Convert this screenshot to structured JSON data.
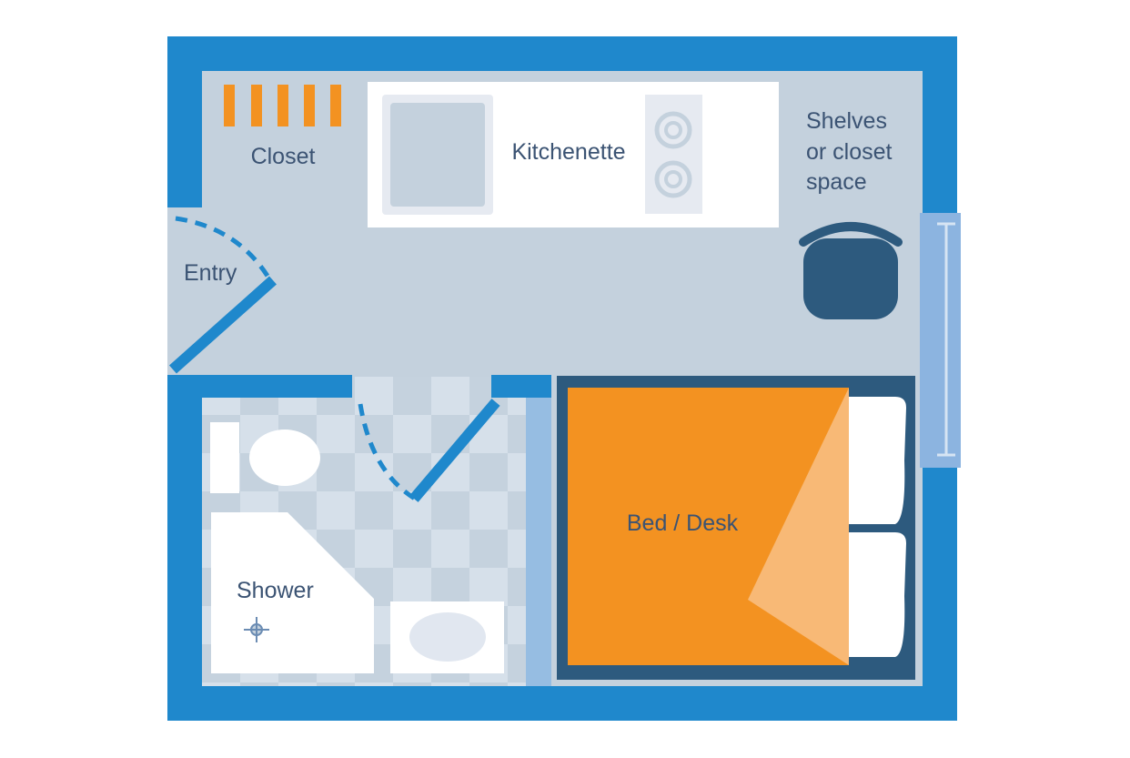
{
  "labels": {
    "closet": "Closet",
    "kitchenette": "Kitchenette",
    "shelves_line1": "Shelves",
    "shelves_line2": "or closet",
    "shelves_line3": "space",
    "entry": "Entry",
    "bed_desk": "Bed / Desk",
    "shower": "Shower"
  },
  "colors": {
    "wall": "#1f88cc",
    "floor": "#c4d1dd",
    "fixture": "#ffffff",
    "bed": "#f39221",
    "bed_highlight": "#f8b976",
    "dark_navy": "#2d5a7e",
    "label_text": "#3b5373",
    "window": "#8cb4e0"
  },
  "icons": [
    "closet-hangers-icon",
    "sink-icon",
    "stovetop-icon",
    "chair-icon",
    "door-icon",
    "toilet-icon",
    "shower-drain-icon",
    "pillow-icon",
    "window-icon"
  ]
}
